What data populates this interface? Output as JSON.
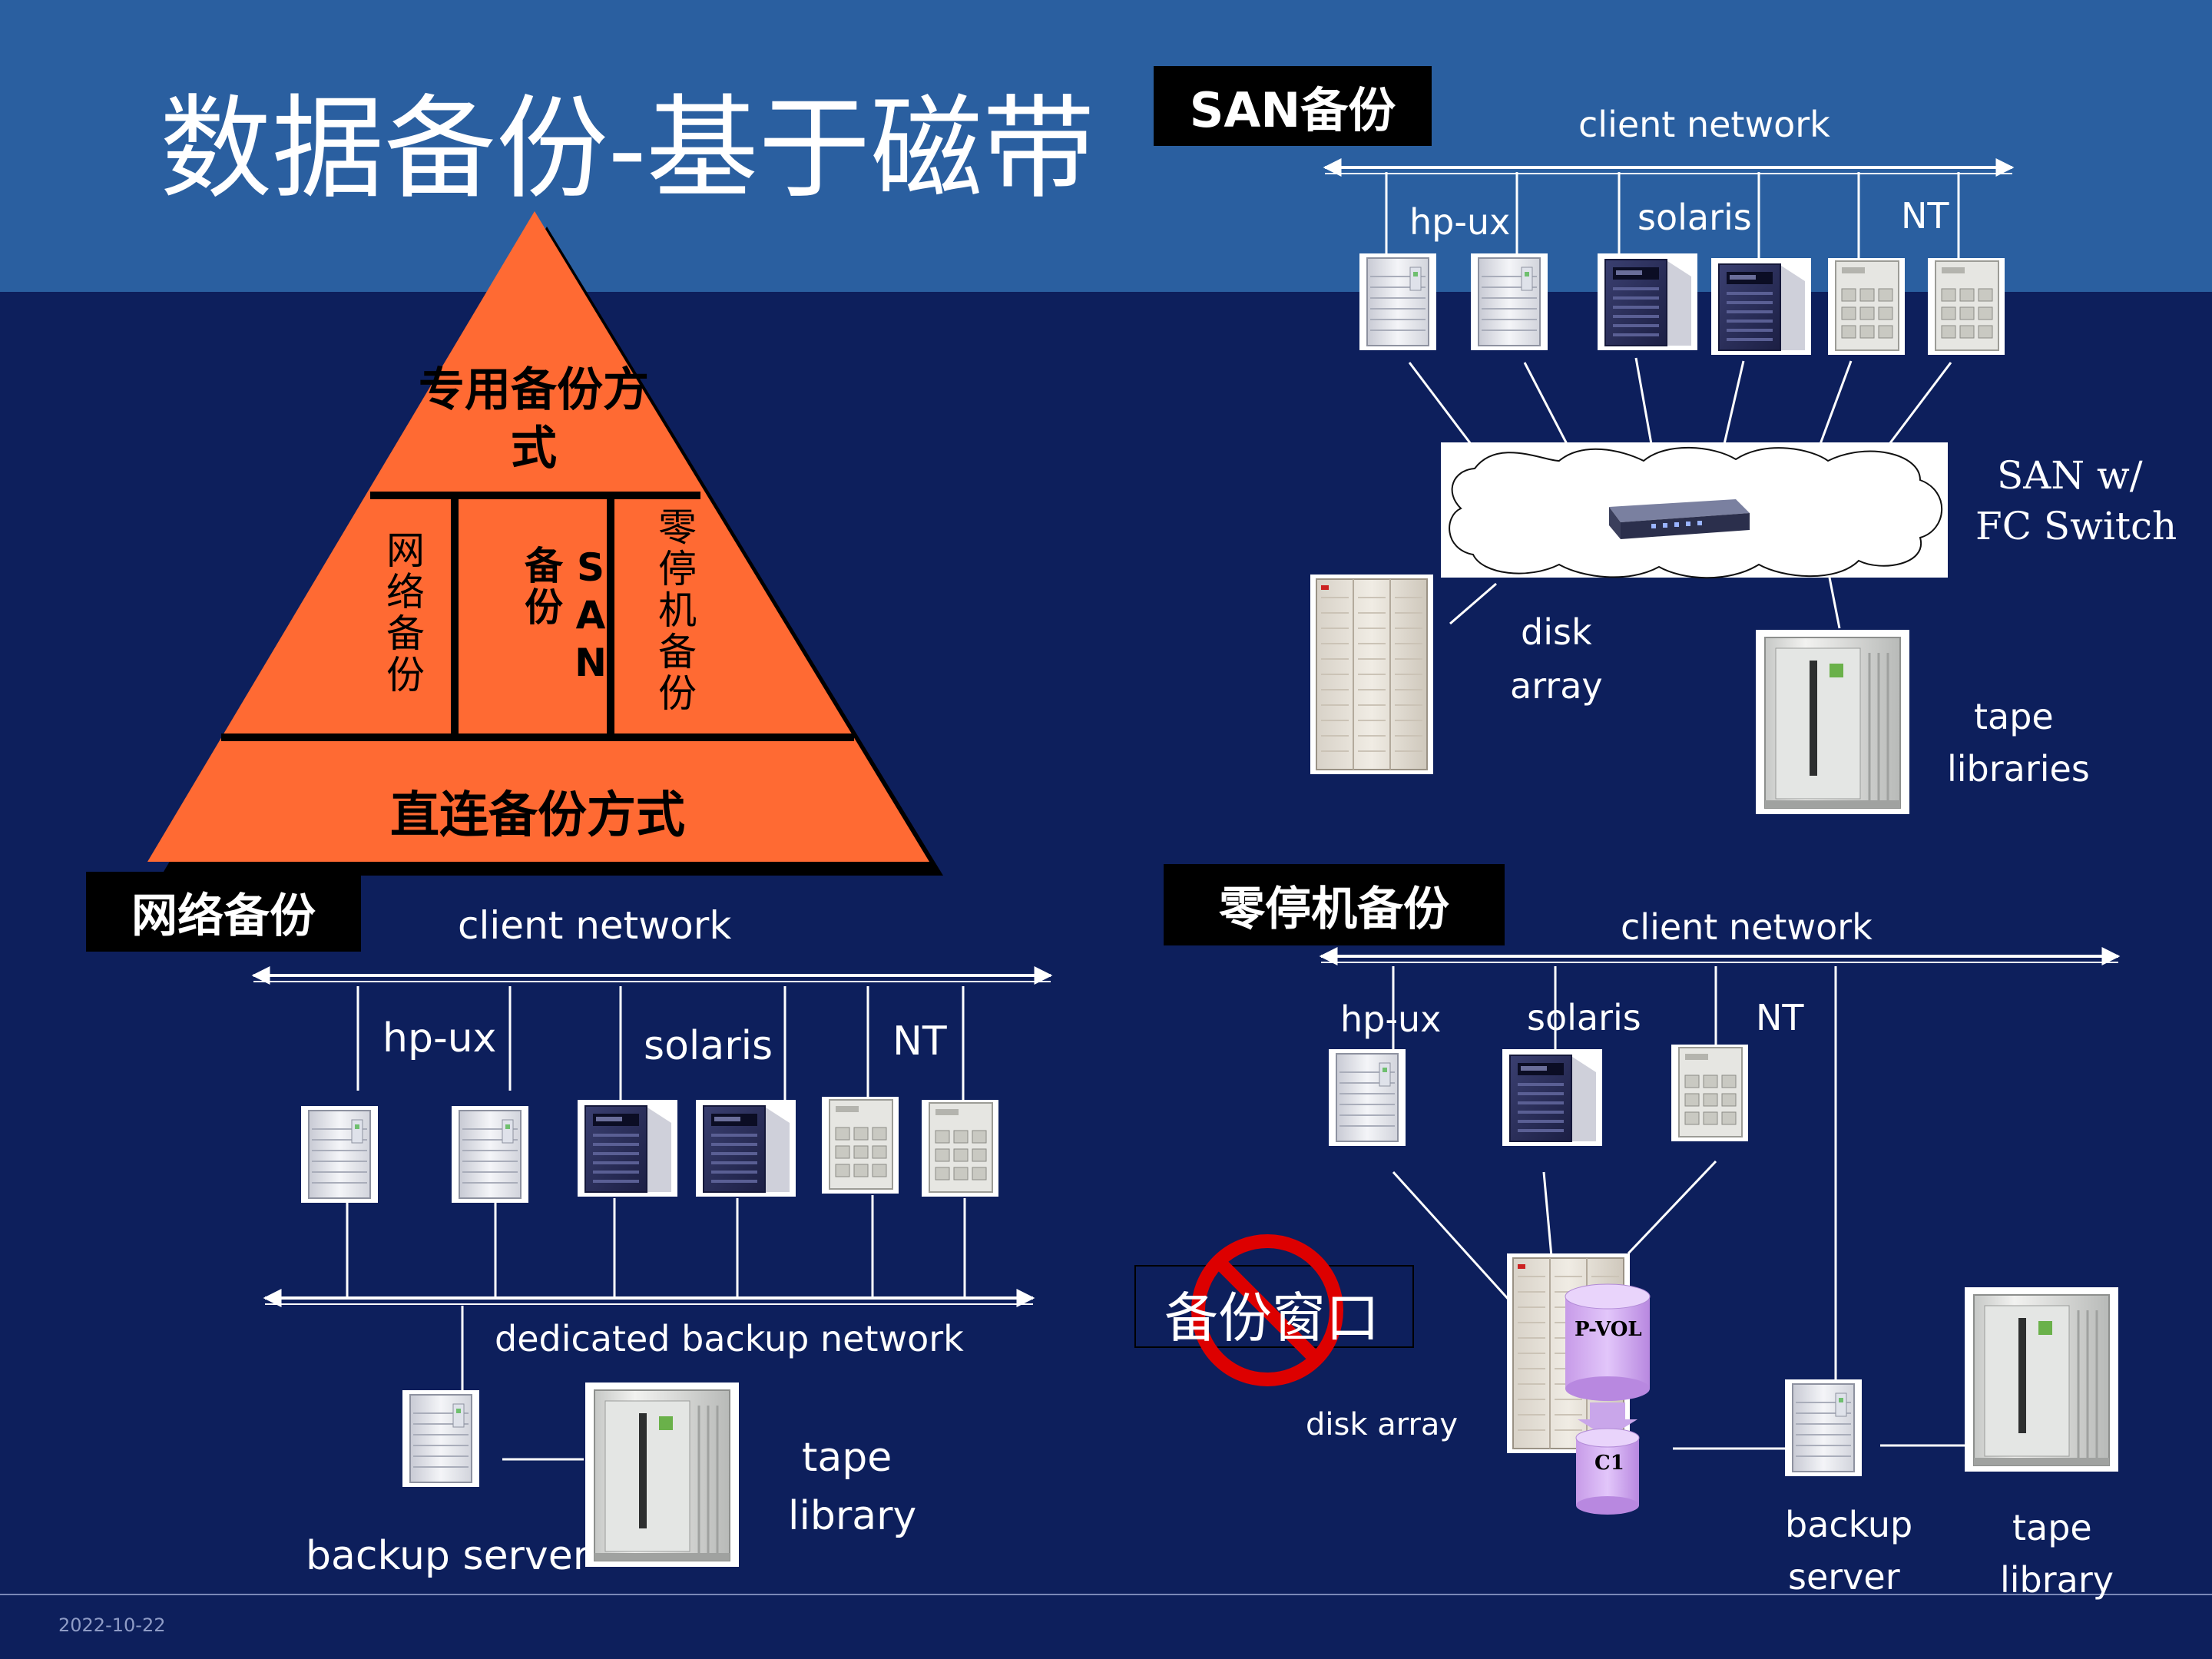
{
  "slide": {
    "title": "数据备份-基于磁带",
    "date": "2022-10-22",
    "colors": {
      "header_band": "#2a5fa0",
      "background": "#0d1f5c",
      "pyramid": "#ff6a33",
      "no_sign": "#dd0000"
    }
  },
  "pyramid": {
    "top": "专用备份方式",
    "middle": [
      "网络备份",
      "SAN备份",
      "零停机备份"
    ],
    "bottom": "直连备份方式"
  },
  "san": {
    "heading": "SAN备份",
    "client_network": "client network",
    "os_labels": [
      "hp-ux",
      "solaris",
      "NT"
    ],
    "fabric_label_1": "SAN w/",
    "fabric_label_2": "FC Switch",
    "disk_1": "disk",
    "disk_2": "array",
    "tape_1": "tape",
    "tape_2": "libraries"
  },
  "network_backup": {
    "heading": "网络备份",
    "client_network": "client network",
    "os_labels": [
      "hp-ux",
      "solaris",
      "NT"
    ],
    "backup_network": "dedicated backup network",
    "backup_server": "backup server",
    "tape_1": "tape",
    "tape_2": "library"
  },
  "zero_downtime": {
    "heading": "零停机备份",
    "client_network": "client network",
    "os_labels": [
      "hp-ux",
      "solaris",
      "NT"
    ],
    "backup_window": "备份窗口",
    "disk_array": "disk array",
    "pvol": "P-VOL",
    "c1": "C1",
    "server_1": "backup",
    "server_2": "server",
    "tape_1": "tape",
    "tape_2": "library"
  }
}
